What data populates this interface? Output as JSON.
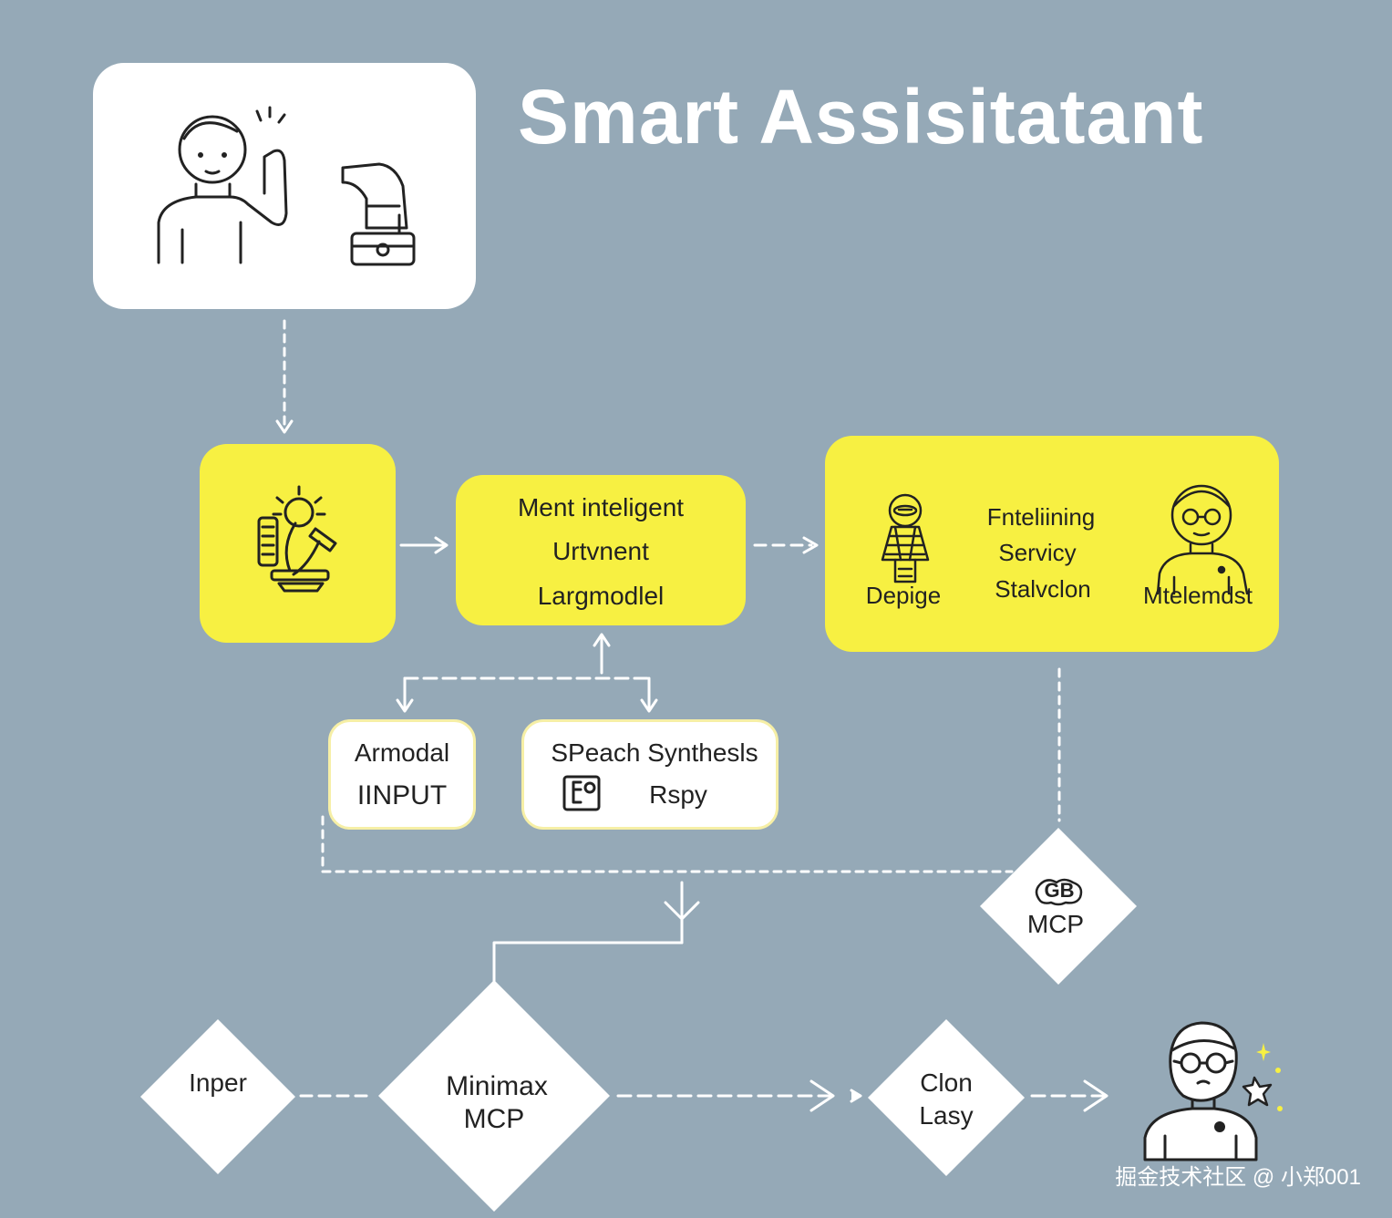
{
  "title": "Smart Assisitatant",
  "nodes": {
    "model_line1": "Ment inteligent",
    "model_line2": "Urtvnent",
    "model_line3": "Largmodlel",
    "service_left_label": "Depige",
    "service_mid_line1": "Fnteliining",
    "service_mid_line2": "Servicy",
    "service_mid_line3": "Stalvclon",
    "service_right_label": "Mtelemdst",
    "multimodal_line1": "Armodal",
    "multimodal_line2": "IINPUT",
    "speech_line1": "SPeach Synthesls",
    "speech_line2": "Rspy",
    "mcp_diamond": "MCP",
    "mcp_badge": "GB",
    "inper": "Inper",
    "minimax_line1": "Minimax",
    "minimax_line2": "MCP",
    "clon_line1": "Clon",
    "clon_line2": "Lasy"
  },
  "watermark": "掘金技术社区 @ 小郑001",
  "icons": [
    "person-waving-icon",
    "printer-icon",
    "sun-icon",
    "microscope-icon",
    "robot-icon",
    "person-glasses-icon",
    "document-icon",
    "brain-icon",
    "sparkle-icon"
  ],
  "colors": {
    "background": "#95a9b7",
    "yellow": "#f7f042",
    "white": "#ffffff",
    "line": "#ffffff",
    "ink": "#222222"
  }
}
